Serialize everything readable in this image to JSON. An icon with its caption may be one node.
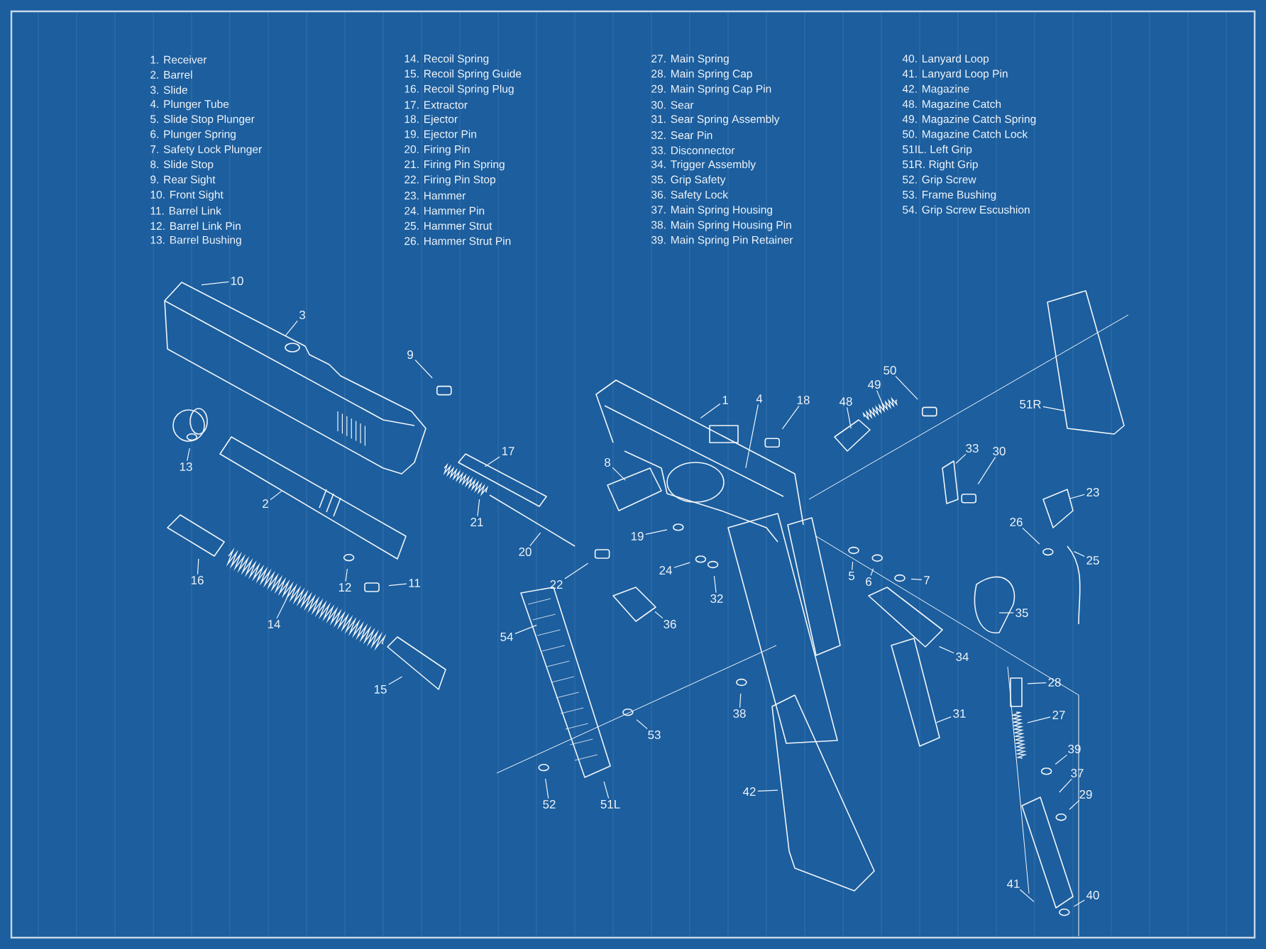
{
  "diagram": {
    "nodes": [
      {
        "text": [
          "10"
        ]
      },
      {
        "text": [
          "3"
        ]
      },
      {
        "text": [
          "9"
        ]
      },
      {
        "text": [
          "13"
        ]
      },
      {
        "text": [
          "17"
        ]
      },
      {
        "text": [
          "2"
        ]
      },
      {
        "text": [
          "21"
        ]
      },
      {
        "text": [
          "20"
        ]
      },
      {
        "text": [
          "22"
        ]
      },
      {
        "text": [
          "12"
        ]
      },
      {
        "text": [
          "11"
        ]
      },
      {
        "text": [
          "16"
        ]
      },
      {
        "text": [
          "14"
        ]
      },
      {
        "text": [
          "15"
        ]
      },
      {
        "text": [
          "54"
        ]
      },
      {
        "text": [
          "8"
        ]
      },
      {
        "text": [
          "1"
        ]
      },
      {
        "text": [
          "4"
        ]
      },
      {
        "text": [
          "18"
        ]
      },
      {
        "text": [
          "48"
        ]
      },
      {
        "text": [
          "49"
        ]
      },
      {
        "text": [
          "50"
        ]
      },
      {
        "text": [
          "51R"
        ]
      },
      {
        "text": [
          "33"
        ]
      },
      {
        "text": [
          "30"
        ]
      },
      {
        "text": [
          "23"
        ]
      },
      {
        "text": [
          "19"
        ]
      },
      {
        "text": [
          "26"
        ]
      },
      {
        "text": [
          "25"
        ]
      },
      {
        "text": [
          "24"
        ]
      },
      {
        "text": [
          "5"
        ]
      },
      {
        "text": [
          "6"
        ]
      },
      {
        "text": [
          "7"
        ]
      },
      {
        "text": [
          "32"
        ]
      },
      {
        "text": [
          "36"
        ]
      },
      {
        "text": [
          "35"
        ]
      },
      {
        "text": [
          "34"
        ]
      },
      {
        "text": [
          "28"
        ]
      },
      {
        "text": [
          "27"
        ]
      },
      {
        "text": [
          "31"
        ]
      },
      {
        "text": [
          "38"
        ]
      },
      {
        "text": [
          "39"
        ]
      },
      {
        "text": [
          "53"
        ]
      },
      {
        "text": [
          "37"
        ]
      },
      {
        "text": [
          "29"
        ]
      },
      {
        "text": [
          "42"
        ]
      },
      {
        "text": [
          "52"
        ]
      },
      {
        "text": [
          "51L"
        ]
      },
      {
        "text": [
          "41"
        ]
      },
      {
        "text": [
          "40"
        ]
      }
    ],
    "edges": [
      {
        "from": 0,
        "to": null,
        "arrow": "none"
      },
      {
        "from": 1,
        "to": null,
        "arrow": "none"
      },
      {
        "from": 2,
        "to": null,
        "arrow": "none"
      },
      {
        "from": 3,
        "to": null,
        "arrow": "none"
      },
      {
        "from": 4,
        "to": null,
        "arrow": "none"
      },
      {
        "from": 5,
        "to": null,
        "arrow": "none"
      },
      {
        "from": 6,
        "to": null,
        "arrow": "none"
      },
      {
        "from": 7,
        "to": null,
        "arrow": "none"
      },
      {
        "from": 8,
        "to": null,
        "arrow": "none"
      },
      {
        "from": 9,
        "to": null,
        "arrow": "none"
      },
      {
        "from": 10,
        "to": null,
        "arrow": "none"
      },
      {
        "from": 11,
        "to": null,
        "arrow": "none"
      },
      {
        "from": 12,
        "to": null,
        "arrow": "none"
      },
      {
        "from": 13,
        "to": null,
        "arrow": "none"
      },
      {
        "from": 14,
        "to": null,
        "arrow": "none"
      },
      {
        "from": 15,
        "to": null,
        "arrow": "none"
      },
      {
        "from": 16,
        "to": null,
        "arrow": "none"
      },
      {
        "from": 17,
        "to": null,
        "arrow": "none"
      },
      {
        "from": 18,
        "to": null,
        "arrow": "none"
      },
      {
        "from": 19,
        "to": null,
        "arrow": "none"
      },
      {
        "from": 20,
        "to": null,
        "arrow": "none"
      },
      {
        "from": 21,
        "to": null,
        "arrow": "none"
      },
      {
        "from": 22,
        "to": null,
        "arrow": "none"
      },
      {
        "from": 23,
        "to": null,
        "arrow": "none"
      },
      {
        "from": 24,
        "to": null,
        "arrow": "none"
      },
      {
        "from": 25,
        "to": null,
        "arrow": "none"
      },
      {
        "from": 26,
        "to": null,
        "arrow": "none"
      },
      {
        "from": 27,
        "to": null,
        "arrow": "none"
      },
      {
        "from": 28,
        "to": null,
        "arrow": "none"
      },
      {
        "from": 29,
        "to": null,
        "arrow": "none"
      },
      {
        "from": 30,
        "to": null,
        "arrow": "none"
      },
      {
        "from": 31,
        "to": null,
        "arrow": "none"
      },
      {
        "from": 32,
        "to": null,
        "arrow": "none"
      },
      {
        "from": 33,
        "to": null,
        "arrow": "none"
      },
      {
        "from": 34,
        "to": null,
        "arrow": "none"
      },
      {
        "from": 35,
        "to": null,
        "arrow": "none"
      },
      {
        "from": 36,
        "to": null,
        "arrow": "none"
      },
      {
        "from": 37,
        "to": null,
        "arrow": "none"
      },
      {
        "from": 38,
        "to": null,
        "arrow": "none"
      },
      {
        "from": 39,
        "to": null,
        "arrow": "none"
      },
      {
        "from": 40,
        "to": null,
        "arrow": "none"
      },
      {
        "from": 41,
        "to": null,
        "arrow": "none"
      },
      {
        "from": 42,
        "to": null,
        "arrow": "none"
      },
      {
        "from": 43,
        "to": null,
        "arrow": "none"
      },
      {
        "from": 44,
        "to": null,
        "arrow": "none"
      },
      {
        "from": 45,
        "to": null,
        "arrow": "none"
      },
      {
        "from": 46,
        "to": null,
        "arrow": "none"
      },
      {
        "from": 47,
        "to": null,
        "arrow": "none"
      },
      {
        "from": 48,
        "to": null,
        "arrow": "none"
      },
      {
        "from": 49,
        "to": null,
        "arrow": "none"
      }
    ],
    "labels": [
      "1. Receiver",
      "2. Barrel",
      "3. Slide",
      "4. Plunger Tube",
      "5. Slide Stop Plunger",
      "6. Plunger Spring",
      "7. Safety Lock Plunger",
      "8. Slide Stop",
      "9. Rear Sight",
      "10. Front Sight",
      "11. Barrel Link",
      "12. Barrel Link Pin",
      "13. Barrel Bushing",
      "14. Recoil Spring",
      "15. Recoil Spring Guide",
      "16. Recoil Spring Plug",
      "17. Extractor",
      "18. Ejector",
      "19. Ejector Pin",
      "20. Firing Pin",
      "21. Firing Pin Spring",
      "22. Firing Pin Stop",
      "23. Hammer",
      "24. Hammer Pin",
      "25. Hammer Strut",
      "26. Hammer Strut Pin",
      "27. Main Spring",
      "28. Main Spring Cap",
      "29. Main Spring Cap Pin",
      "30. Sear",
      "31. Sear Spring Assembly",
      "32. Sear Pin",
      "33. Disconnector",
      "34. Trigger Assembly",
      "35. Grip Safety",
      "36. Safety Lock",
      "37. Main Spring Housing",
      "38. Main Spring Housing Pin",
      "39. Main Spring Pin Retainer",
      "40. Lanyard Loop",
      "41. Lanyard Loop Pin",
      "42. Magazine",
      "48. Magazine Catch",
      "49. Magazine Catch Spring",
      "50. Magazine Catch Lock",
      "51IL. Left Grip",
      "51R. Right Grip",
      "52. Grip Screw",
      "53. Frame Bushing",
      "54. Grip Screw Escushion"
    ]
  }
}
